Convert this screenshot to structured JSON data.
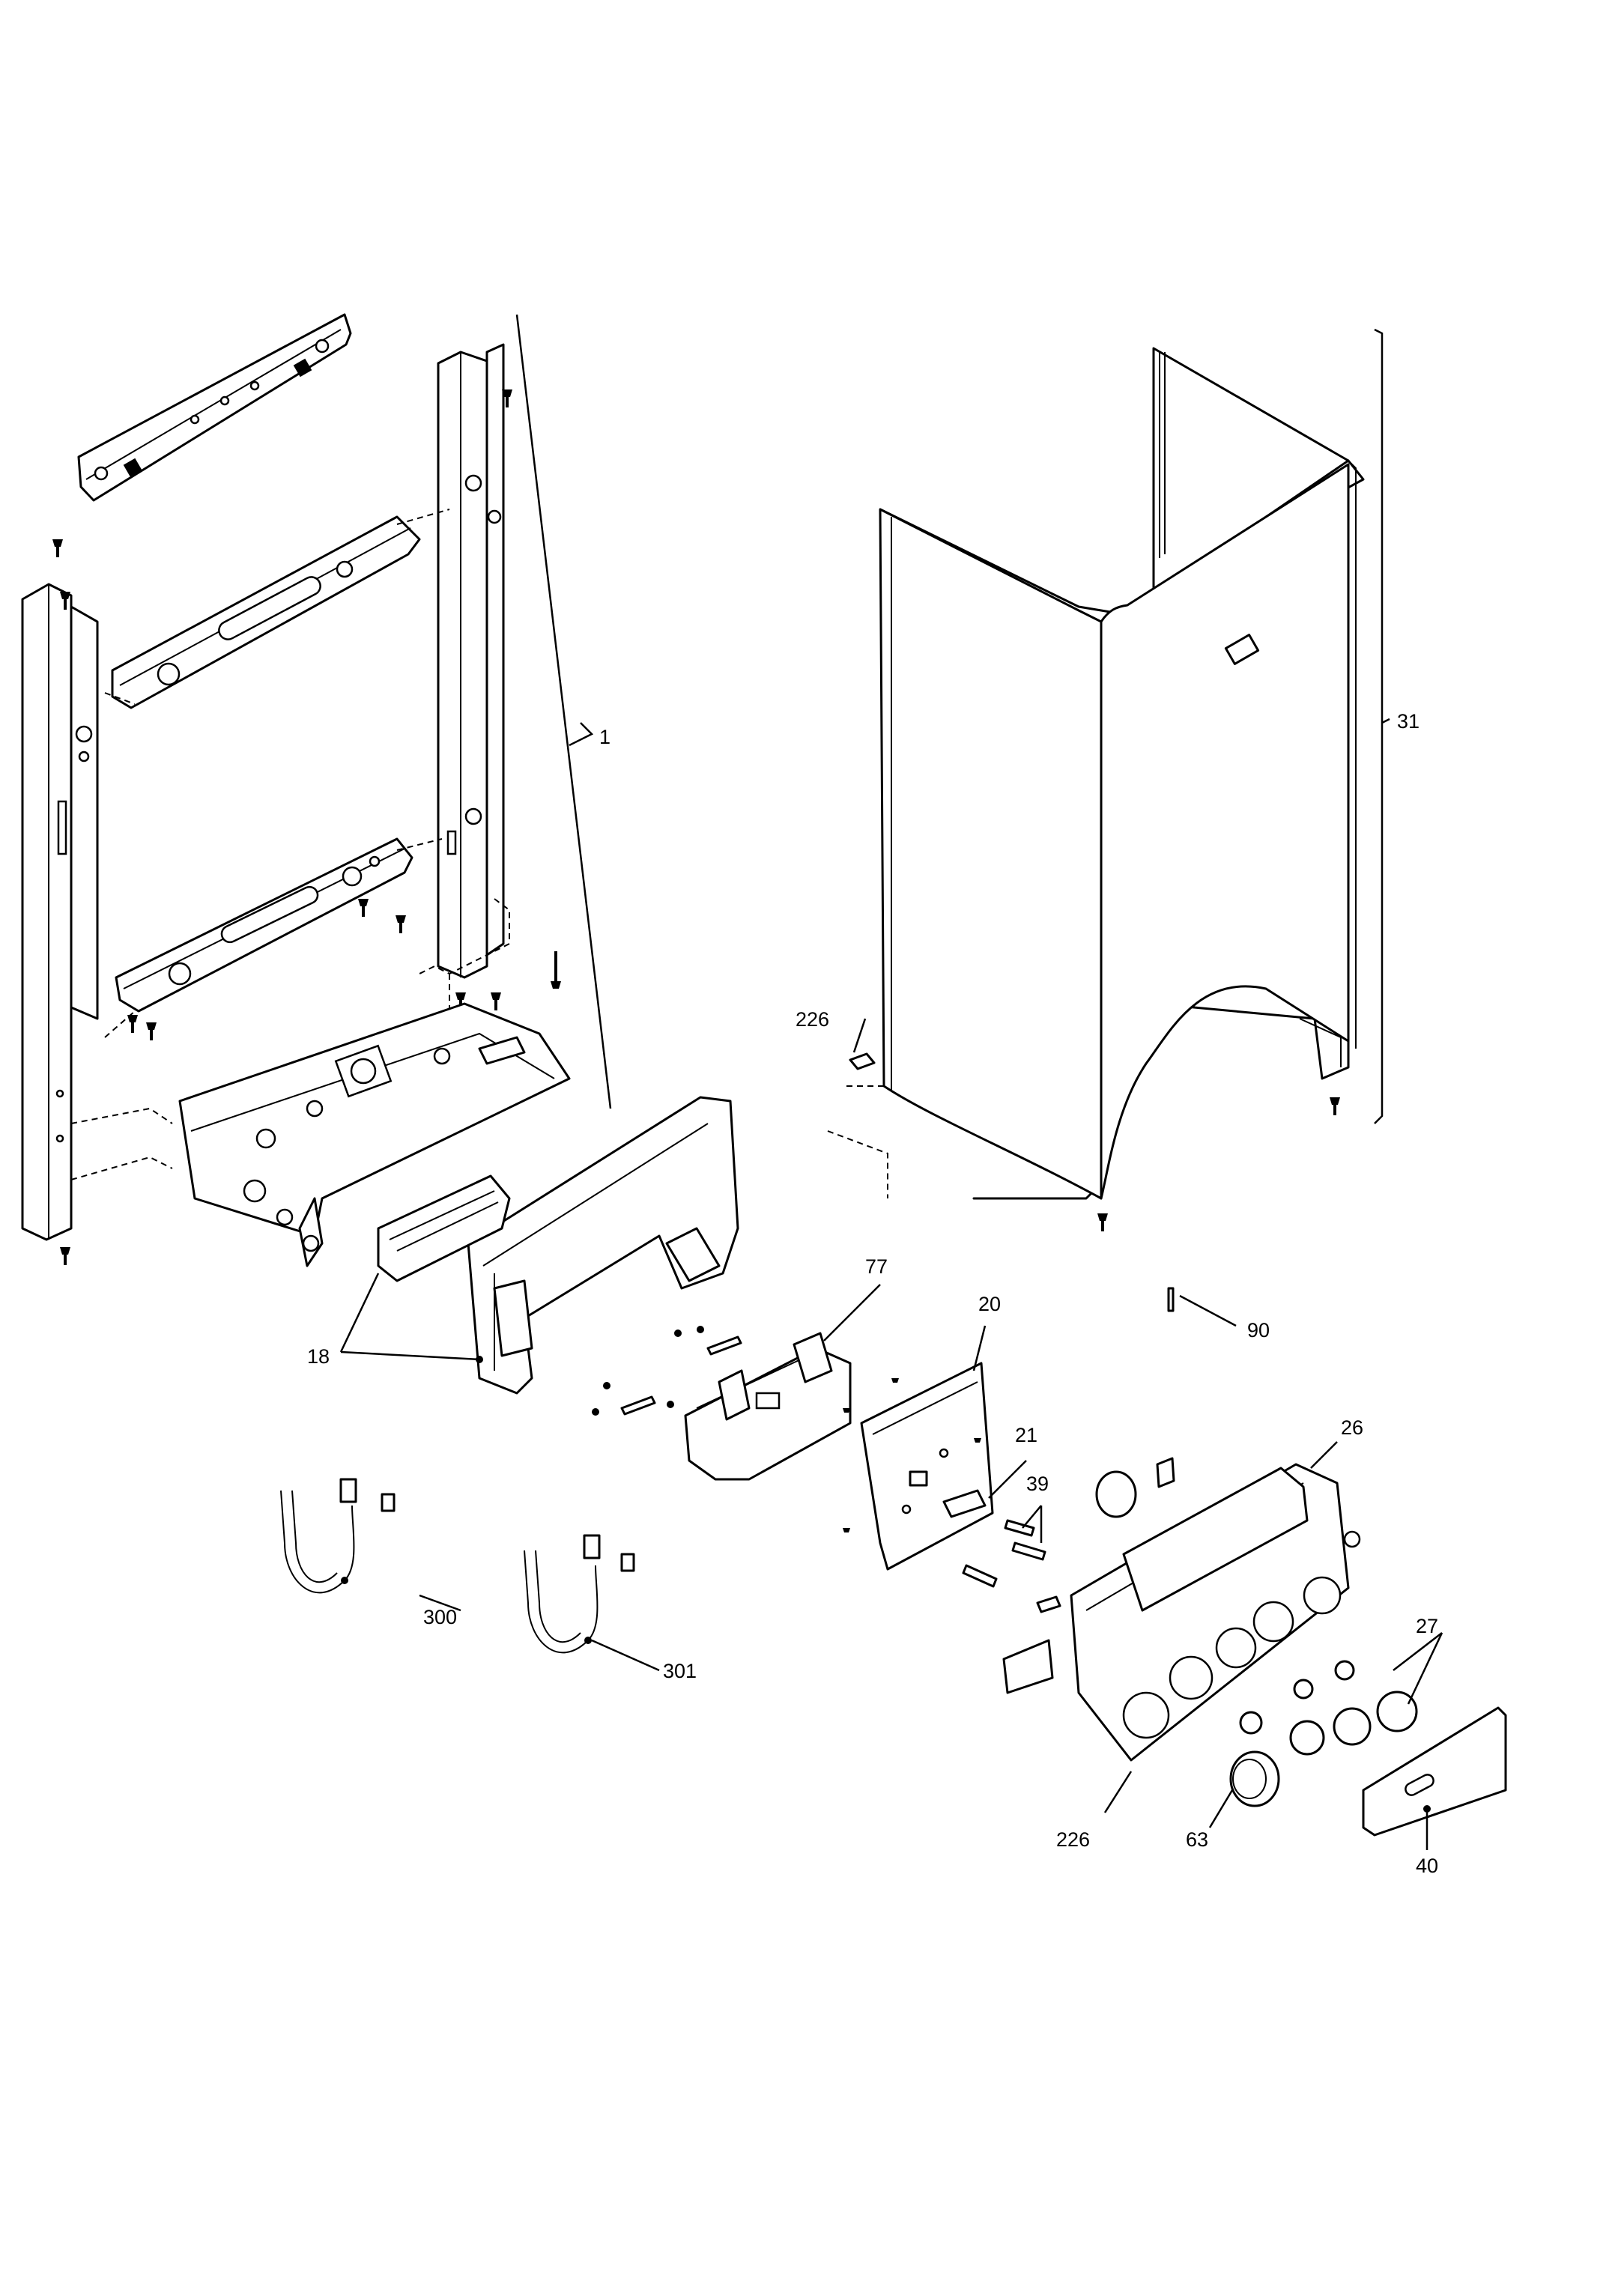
{
  "callouts": {
    "c1": "1",
    "c31": "31",
    "c226a": "226",
    "c77": "77",
    "c20": "20",
    "c90": "90",
    "c18": "18",
    "c21": "21",
    "c39": "39",
    "c26": "26",
    "c300": "300",
    "c301": "301",
    "c27": "27",
    "c226b": "226",
    "c63": "63",
    "c40": "40"
  }
}
